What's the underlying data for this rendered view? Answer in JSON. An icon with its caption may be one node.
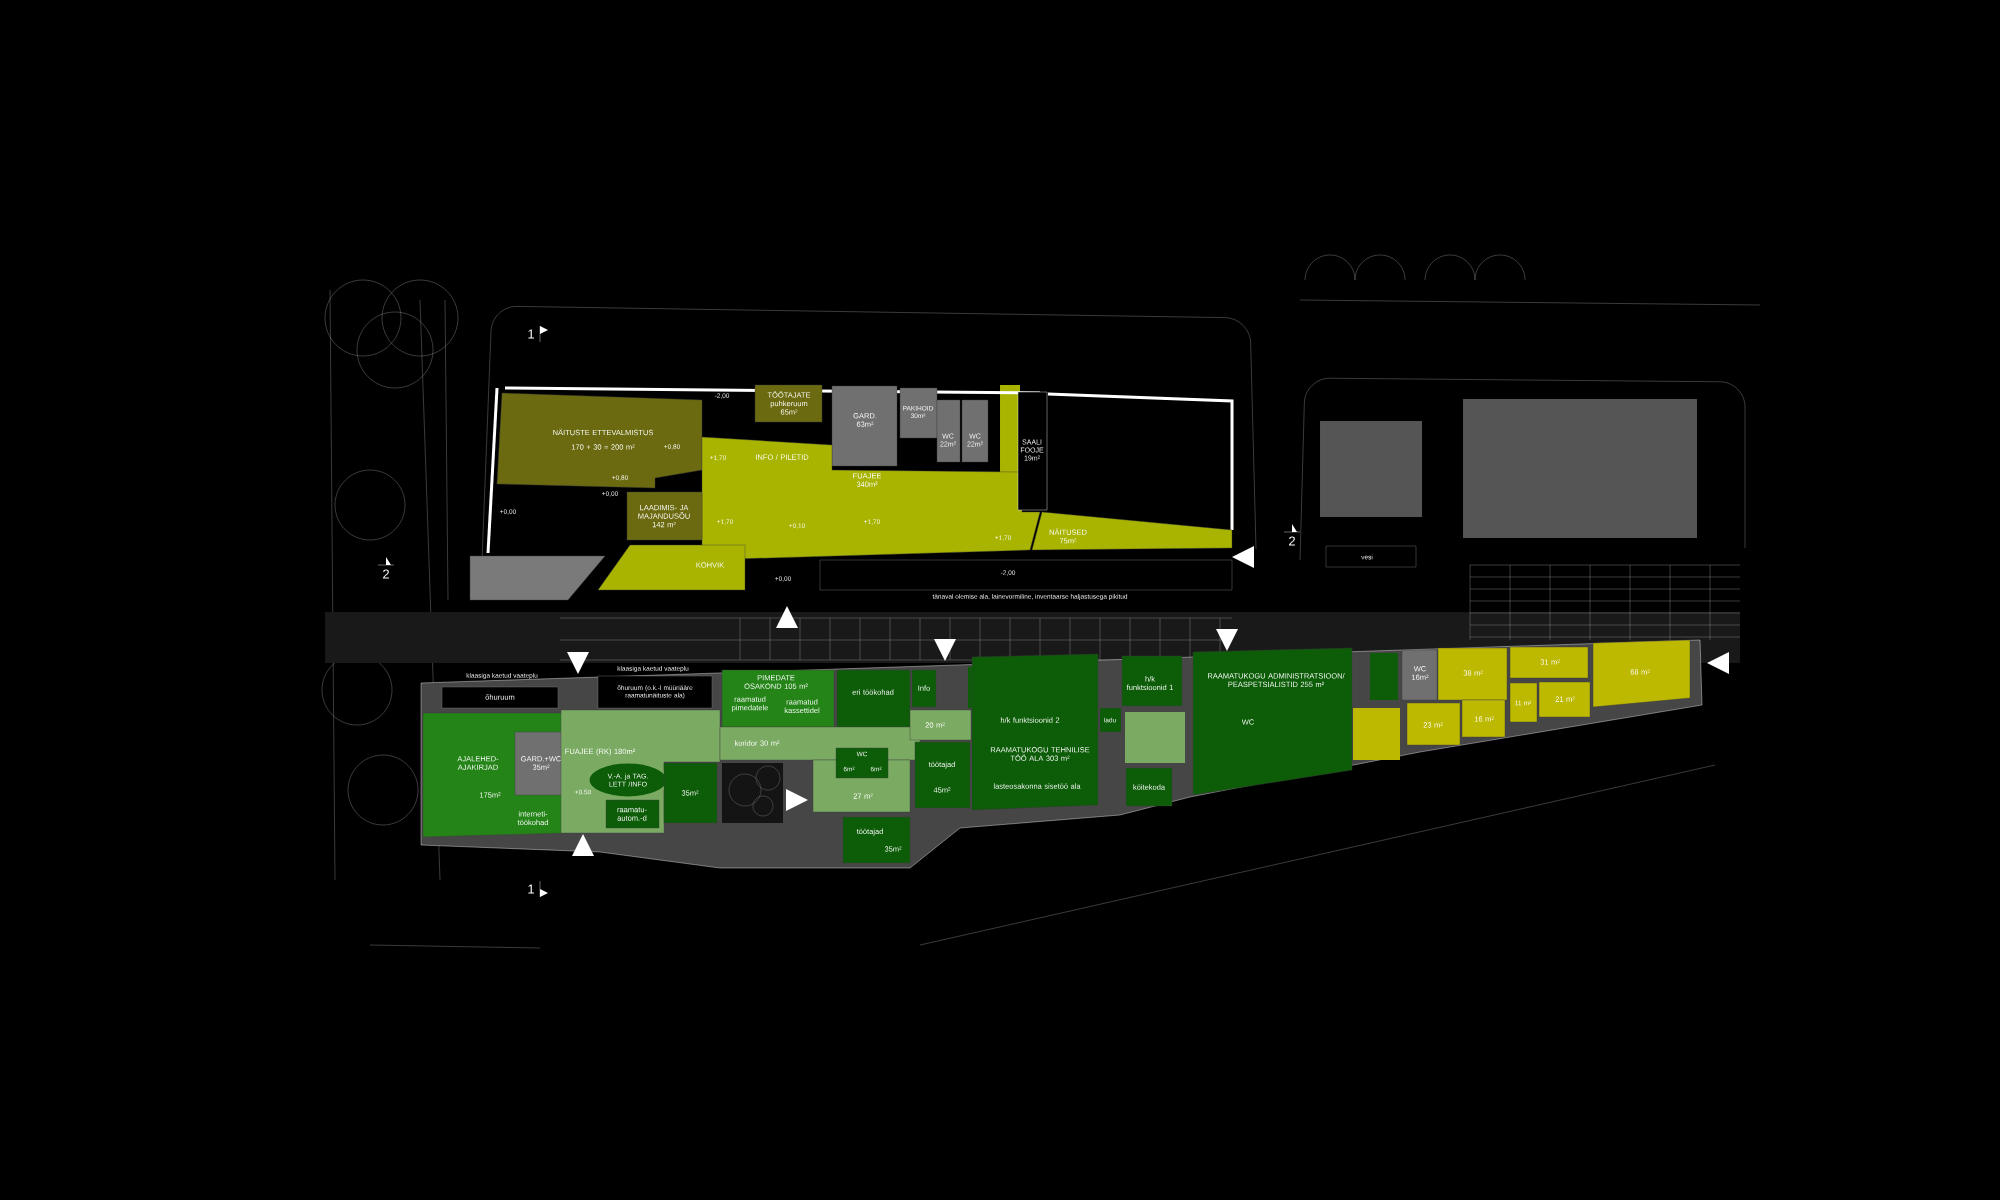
{
  "diagram": {
    "nodes": [
      {
        "text": [
          "NÄITUSTE ETTEVALMISTUS",
          "170 + 30 = 200 m²"
        ]
      },
      {
        "text": [
          "TÖÖTAJATE puhkeruum 65m²"
        ]
      },
      {
        "text": [
          "GARD. 63m²"
        ]
      },
      {
        "text": [
          "PAKIHOID 30m²"
        ]
      },
      {
        "text": [
          "WC 22m²"
        ]
      },
      {
        "text": [
          "WC 22m²"
        ]
      },
      {
        "text": [
          "INFO / PILETID",
          "FUAJEE 340m²"
        ]
      },
      {
        "text": [
          "LAADIMIS- JA MAJANDUSÕU 142 m²"
        ]
      },
      {
        "text": [
          "SAALI FOOJE 19m²"
        ]
      },
      {
        "text": [
          "NÄITUSED 75m²"
        ]
      },
      {
        "text": [
          "KOHVIK"
        ]
      },
      {
        "text": [
          "õhuruum"
        ]
      },
      {
        "text": [
          "õhuruum (o.k.-l müüriääre raamatunäituste ala)"
        ]
      },
      {
        "text": [
          "AJALEHED- AJAKIRJAD",
          "175m²",
          "interneti- töökohad"
        ]
      },
      {
        "text": [
          "GARD.+WC 35m²"
        ],
        "in": 13
      },
      {
        "text": [
          "FUAJEE (RK) 180m²"
        ]
      },
      {
        "text": [
          "V.-A. ja TAG. LETT /INFO"
        ],
        "in": 15
      },
      {
        "text": [
          "raamatu- autom.-d"
        ],
        "in": 15
      },
      {
        "text": [
          "35m²"
        ]
      },
      {
        "text": [
          "PIMEDATE OSAKOND 105 m²",
          "raamatud pimedatele",
          "raamatud kassettidel"
        ]
      },
      {
        "text": [
          "eri töökohad"
        ]
      },
      {
        "text": [
          "koridor 30 m²"
        ]
      },
      {
        "text": [
          "27 m²"
        ]
      },
      {
        "text": [
          "WC",
          "6m²",
          "6m²"
        ]
      },
      {
        "text": [
          "töötajad",
          "35m²"
        ]
      },
      {
        "text": [
          "Info"
        ]
      },
      {
        "text": [
          "20 m²"
        ]
      },
      {
        "text": [
          "töötajad",
          "45m²"
        ]
      },
      {
        "text": [
          "h/k funktsioonid 2",
          "RAAMATUKOGU TEHNILISE TÖÖ ALA 303 m²",
          "lasteosakonna sisetöö ala"
        ]
      },
      {
        "text": [
          "h/k funktsioonid 1"
        ]
      },
      {
        "text": [
          "ladu"
        ]
      },
      {
        "text": [
          "köitekoda"
        ]
      },
      {
        "text": [
          "RAAMATUKOGU ADMINISTRATSIOON/ PEASPETSIALISTID 255 m²",
          "WC"
        ]
      },
      {
        "text": [
          "WC 16m²"
        ]
      },
      {
        "text": [
          "38 m²"
        ]
      },
      {
        "text": [
          "31 m²"
        ]
      },
      {
        "text": [
          "68 m²"
        ]
      },
      {
        "text": [
          "11 m²"
        ]
      },
      {
        "text": [
          "21 m²"
        ]
      },
      {
        "text": [
          "23 m²"
        ]
      },
      {
        "text": [
          "16 m²"
        ]
      },
      {
        "text": [],
        "shape": "box"
      }
    ],
    "labels": [
      "1",
      "-2,00",
      "+0,80",
      "+1,70",
      "+0,80",
      "+0,00",
      "+0,00",
      "+1,70",
      "+0,10",
      "+1,70",
      "+1,70",
      "2",
      "vesi",
      "2",
      "-2,00",
      "+0,00",
      "tänaval olemise ala, lainevormiline, inventaarse haljastusega pikitud",
      "klaasiga kaetud vaateplu",
      "klaasiga kaetud vaateplu",
      "+0.50",
      "1"
    ]
  }
}
